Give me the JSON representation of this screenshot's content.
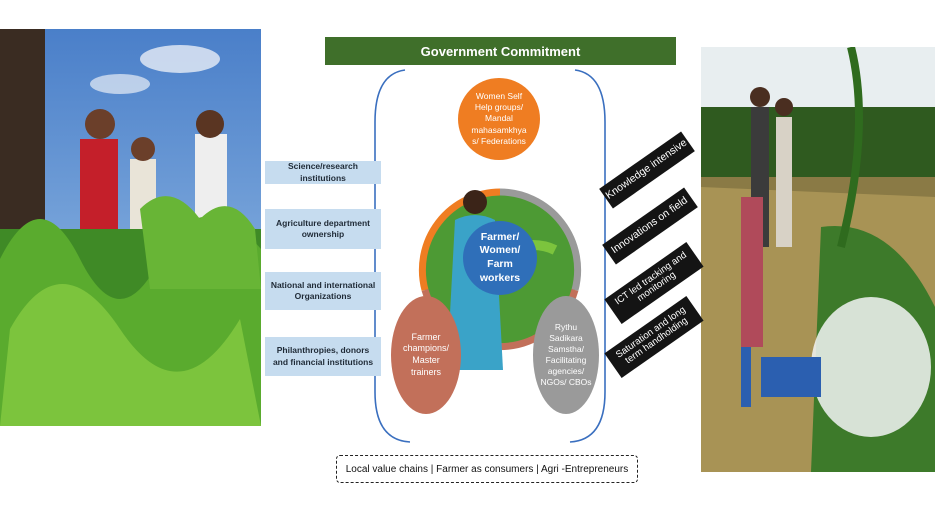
{
  "banner": {
    "title": "Government Commitment"
  },
  "left_boxes": [
    "Science/research institutions",
    "Agriculture department ownership",
    "National and international Organizations",
    "Philanthropies, donors and financial institutions"
  ],
  "right_boxes": [
    "Knowledge intensive",
    "Innovations on field",
    "ICT led tracking and monitoring",
    "Saturation and long term handholding"
  ],
  "circles": {
    "top": "Women Self Help groups/ Mandal mahasamkhya s/ Federations",
    "center": "Farmer/ Women/ Farm workers",
    "left": "Farmer champions/ Master trainers",
    "right": "Rythu Sadikara Samstha/ Facilitating agencies/ NGOs/ CBOs"
  },
  "bottom": {
    "text": "Local value chains | Farmer as consumers | Agri -Entrepreneurs"
  },
  "colors": {
    "banner": "#3f6f2a",
    "top_circle": "#ef7d22",
    "center_circle": "#2f6fb9",
    "left_circle": "#c2705a",
    "right_circle": "#9a9a9a",
    "left_box": "#c6dcef",
    "right_box": "#141414"
  }
}
